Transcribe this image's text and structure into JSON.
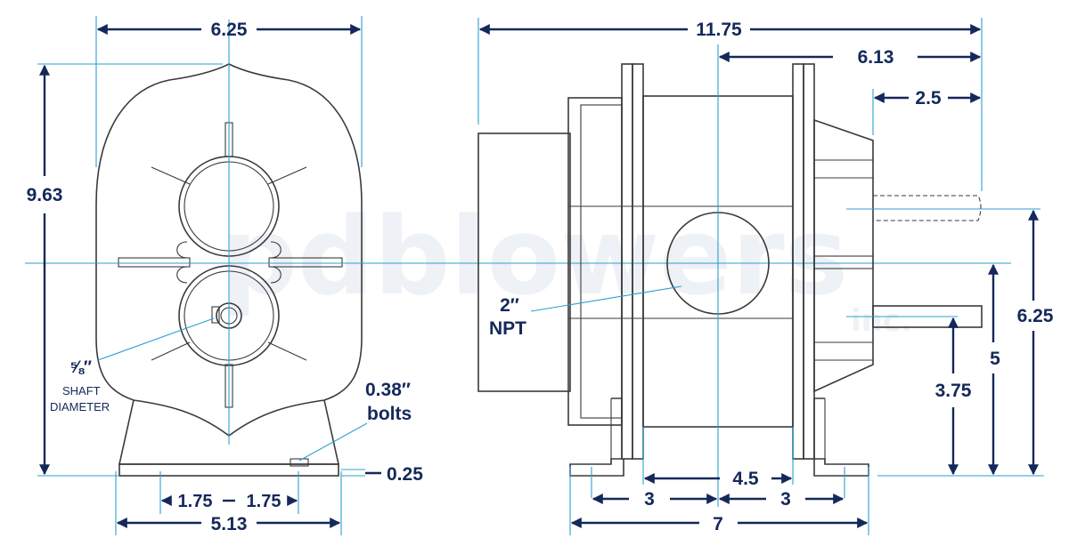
{
  "watermark": {
    "text": "pdblowers",
    "suffix": "inc."
  },
  "front_view": {
    "width_dim": "6.25",
    "height_dim": "9.63",
    "base_width_dim": "5.13",
    "bolt_spacing_left": "1.75",
    "bolt_spacing_right": "1.75",
    "base_thickness_dim": "0.25",
    "shaft_fraction": "⅝″",
    "shaft_label_line1": "SHAFT",
    "shaft_label_line2": "DIAMETER",
    "bolt_size": "0.38″",
    "bolt_label": "bolts"
  },
  "side_view": {
    "overall_length_dim": "11.75",
    "center_to_end_dim": "6.13",
    "shaft_length_dim": "2.5",
    "height_to_top_dim": "6.25",
    "shaft_height_dim": "5",
    "base_height_dim": "3.75",
    "bolt_spacing_dim": "4.5",
    "left_offset_dim": "3",
    "right_offset_dim": "3",
    "base_length_dim": "7",
    "port_size": "2″",
    "port_type": "NPT"
  },
  "colors": {
    "dimension": "#14285a",
    "extension_line": "#2aa0d2",
    "part_outline": "#3a3a3a"
  }
}
